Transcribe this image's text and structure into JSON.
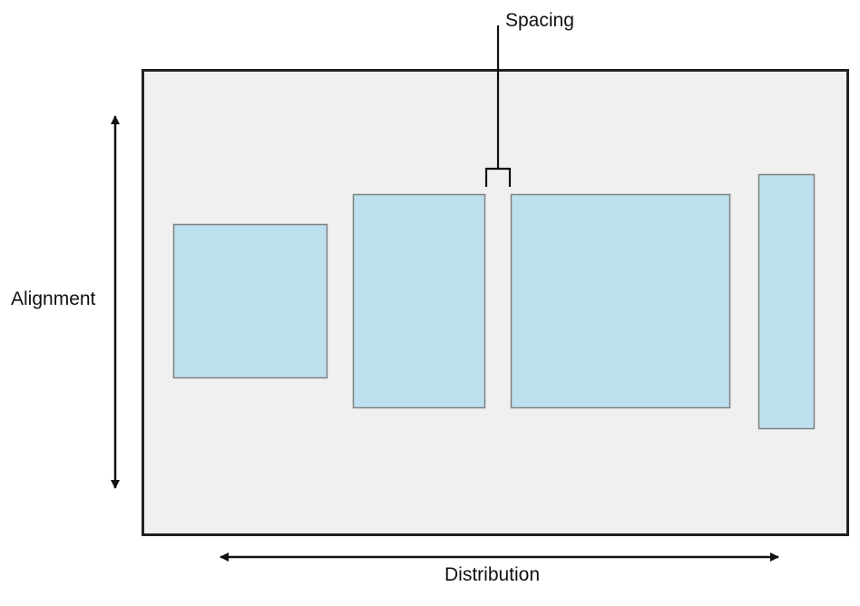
{
  "labels": {
    "spacing": "Spacing",
    "alignment": "Alignment",
    "distribution": "Distribution"
  },
  "colors": {
    "container_fill": "#f0f0f0",
    "container_stroke": "#222222",
    "view_fill": "#bde0ee",
    "view_stroke": "#808080",
    "line": "#111111"
  },
  "arrangedViews": [
    "view-1",
    "view-2",
    "view-3",
    "view-4"
  ],
  "icons": {
    "alignment": "vertical-double-arrow",
    "distribution": "horizontal-double-arrow",
    "spacing": "bracket-callout"
  }
}
